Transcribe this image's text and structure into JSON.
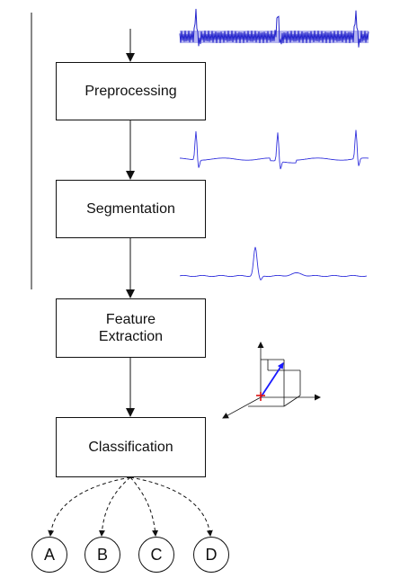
{
  "steps": [
    {
      "label": "Preprocessing"
    },
    {
      "label": "Segmentation"
    },
    {
      "label": "Feature\nExtraction"
    },
    {
      "label": "Classification"
    }
  ],
  "classes": [
    "A",
    "B",
    "C",
    "D"
  ],
  "colors": {
    "signal": "#3333dd",
    "lines": "#111111",
    "vector": "#1a1aff",
    "point": "#dd1111"
  }
}
